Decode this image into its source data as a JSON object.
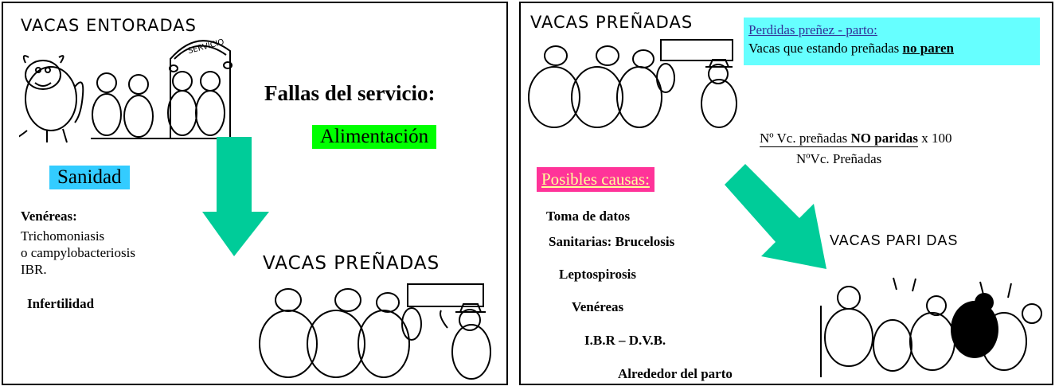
{
  "slide1": {
    "title": "VACAS ENTORADAS",
    "sign_text": "SERVICIO",
    "heading": "Fallas del servicio:",
    "alimentacion": "Alimentación",
    "sanidad": "Sanidad",
    "venereas_title": "Venéreas:",
    "venereas_lines": [
      "Trichomoniasis",
      "o campylobacteriosis",
      "IBR."
    ],
    "infertilidad": "Infertilidad",
    "bottom_title": "VACAS PREÑADAS",
    "colors": {
      "alimentacion_bg": "#00ff00",
      "sanidad_bg": "#33ccff",
      "arrow": "#00cc99"
    }
  },
  "slide2": {
    "title": "VACAS PREÑADAS",
    "info_title": "Perdidas preñez - parto:",
    "info_prefix": "Vacas que estando preñadas ",
    "info_bold": "no paren",
    "formula_num_a": "Nº Vc. preñadas ",
    "formula_num_b": "NO paridas",
    "formula_num_c": " x 100",
    "formula_den": "NºVc. Preñadas",
    "causas": "Posibles causas:",
    "items": [
      "Toma de datos",
      "Sanitarias: Brucelosis",
      "Leptospirosis",
      "Venéreas",
      "I.B.R – D.V.B.",
      "Alrededor del parto"
    ],
    "paridas_title": "VACAS PARI DAS",
    "colors": {
      "info_bg": "#66ffff",
      "causas_bg": "#ff3399",
      "causas_text": "#ffff99",
      "arrow": "#00cc99"
    }
  }
}
